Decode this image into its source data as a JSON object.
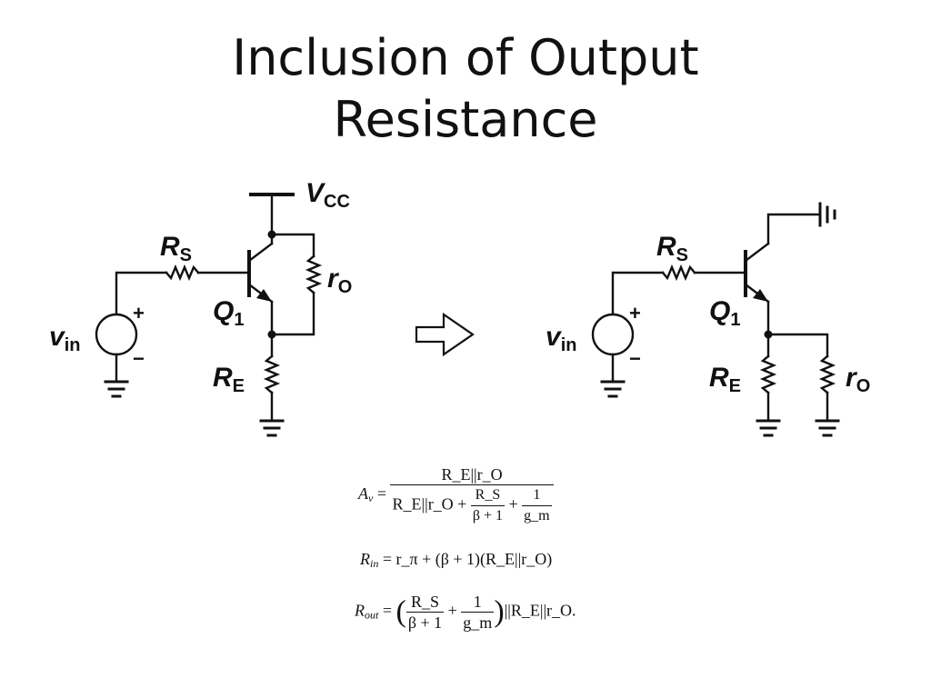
{
  "slide": {
    "title_line1": "Inclusion of Output",
    "title_line2": "Resistance"
  },
  "left_circuit": {
    "vcc": {
      "main": "V",
      "sub": "CC"
    },
    "rs": {
      "main": "R",
      "sub": "S"
    },
    "ro": {
      "main": "r",
      "sub": "O"
    },
    "q1": {
      "main": "Q",
      "sub": "1"
    },
    "vin": {
      "main": "v",
      "sub": "in"
    },
    "re": {
      "main": "R",
      "sub": "E"
    },
    "plus": "+",
    "minus": "−"
  },
  "right_circuit": {
    "rs": {
      "main": "R",
      "sub": "S"
    },
    "ro": {
      "main": "r",
      "sub": "O"
    },
    "q1": {
      "main": "Q",
      "sub": "1"
    },
    "vin": {
      "main": "v",
      "sub": "in"
    },
    "re": {
      "main": "R",
      "sub": "E"
    },
    "plus": "+",
    "minus": "−"
  },
  "equations": {
    "av": {
      "lhs": "A",
      "lhs_sub": "v",
      "num": "R_E||r_O",
      "den_a": "R_E||r_O + ",
      "den_frac_num": "R_S",
      "den_frac_den": "β + 1",
      "den_plus": " + ",
      "den_inv_num": "1",
      "den_inv_den": "g_m"
    },
    "rin": {
      "lhs": "R",
      "lhs_sub": "in",
      "rhs": "= r_π + (β + 1)(R_E||r_O)"
    },
    "rout": {
      "lhs": "R",
      "lhs_sub": "out",
      "frac1_num": "R_S",
      "frac1_den": "β + 1",
      "plus": " + ",
      "frac2_num": "1",
      "frac2_den": "g_m",
      "tail": "||R_E||r_O."
    }
  }
}
